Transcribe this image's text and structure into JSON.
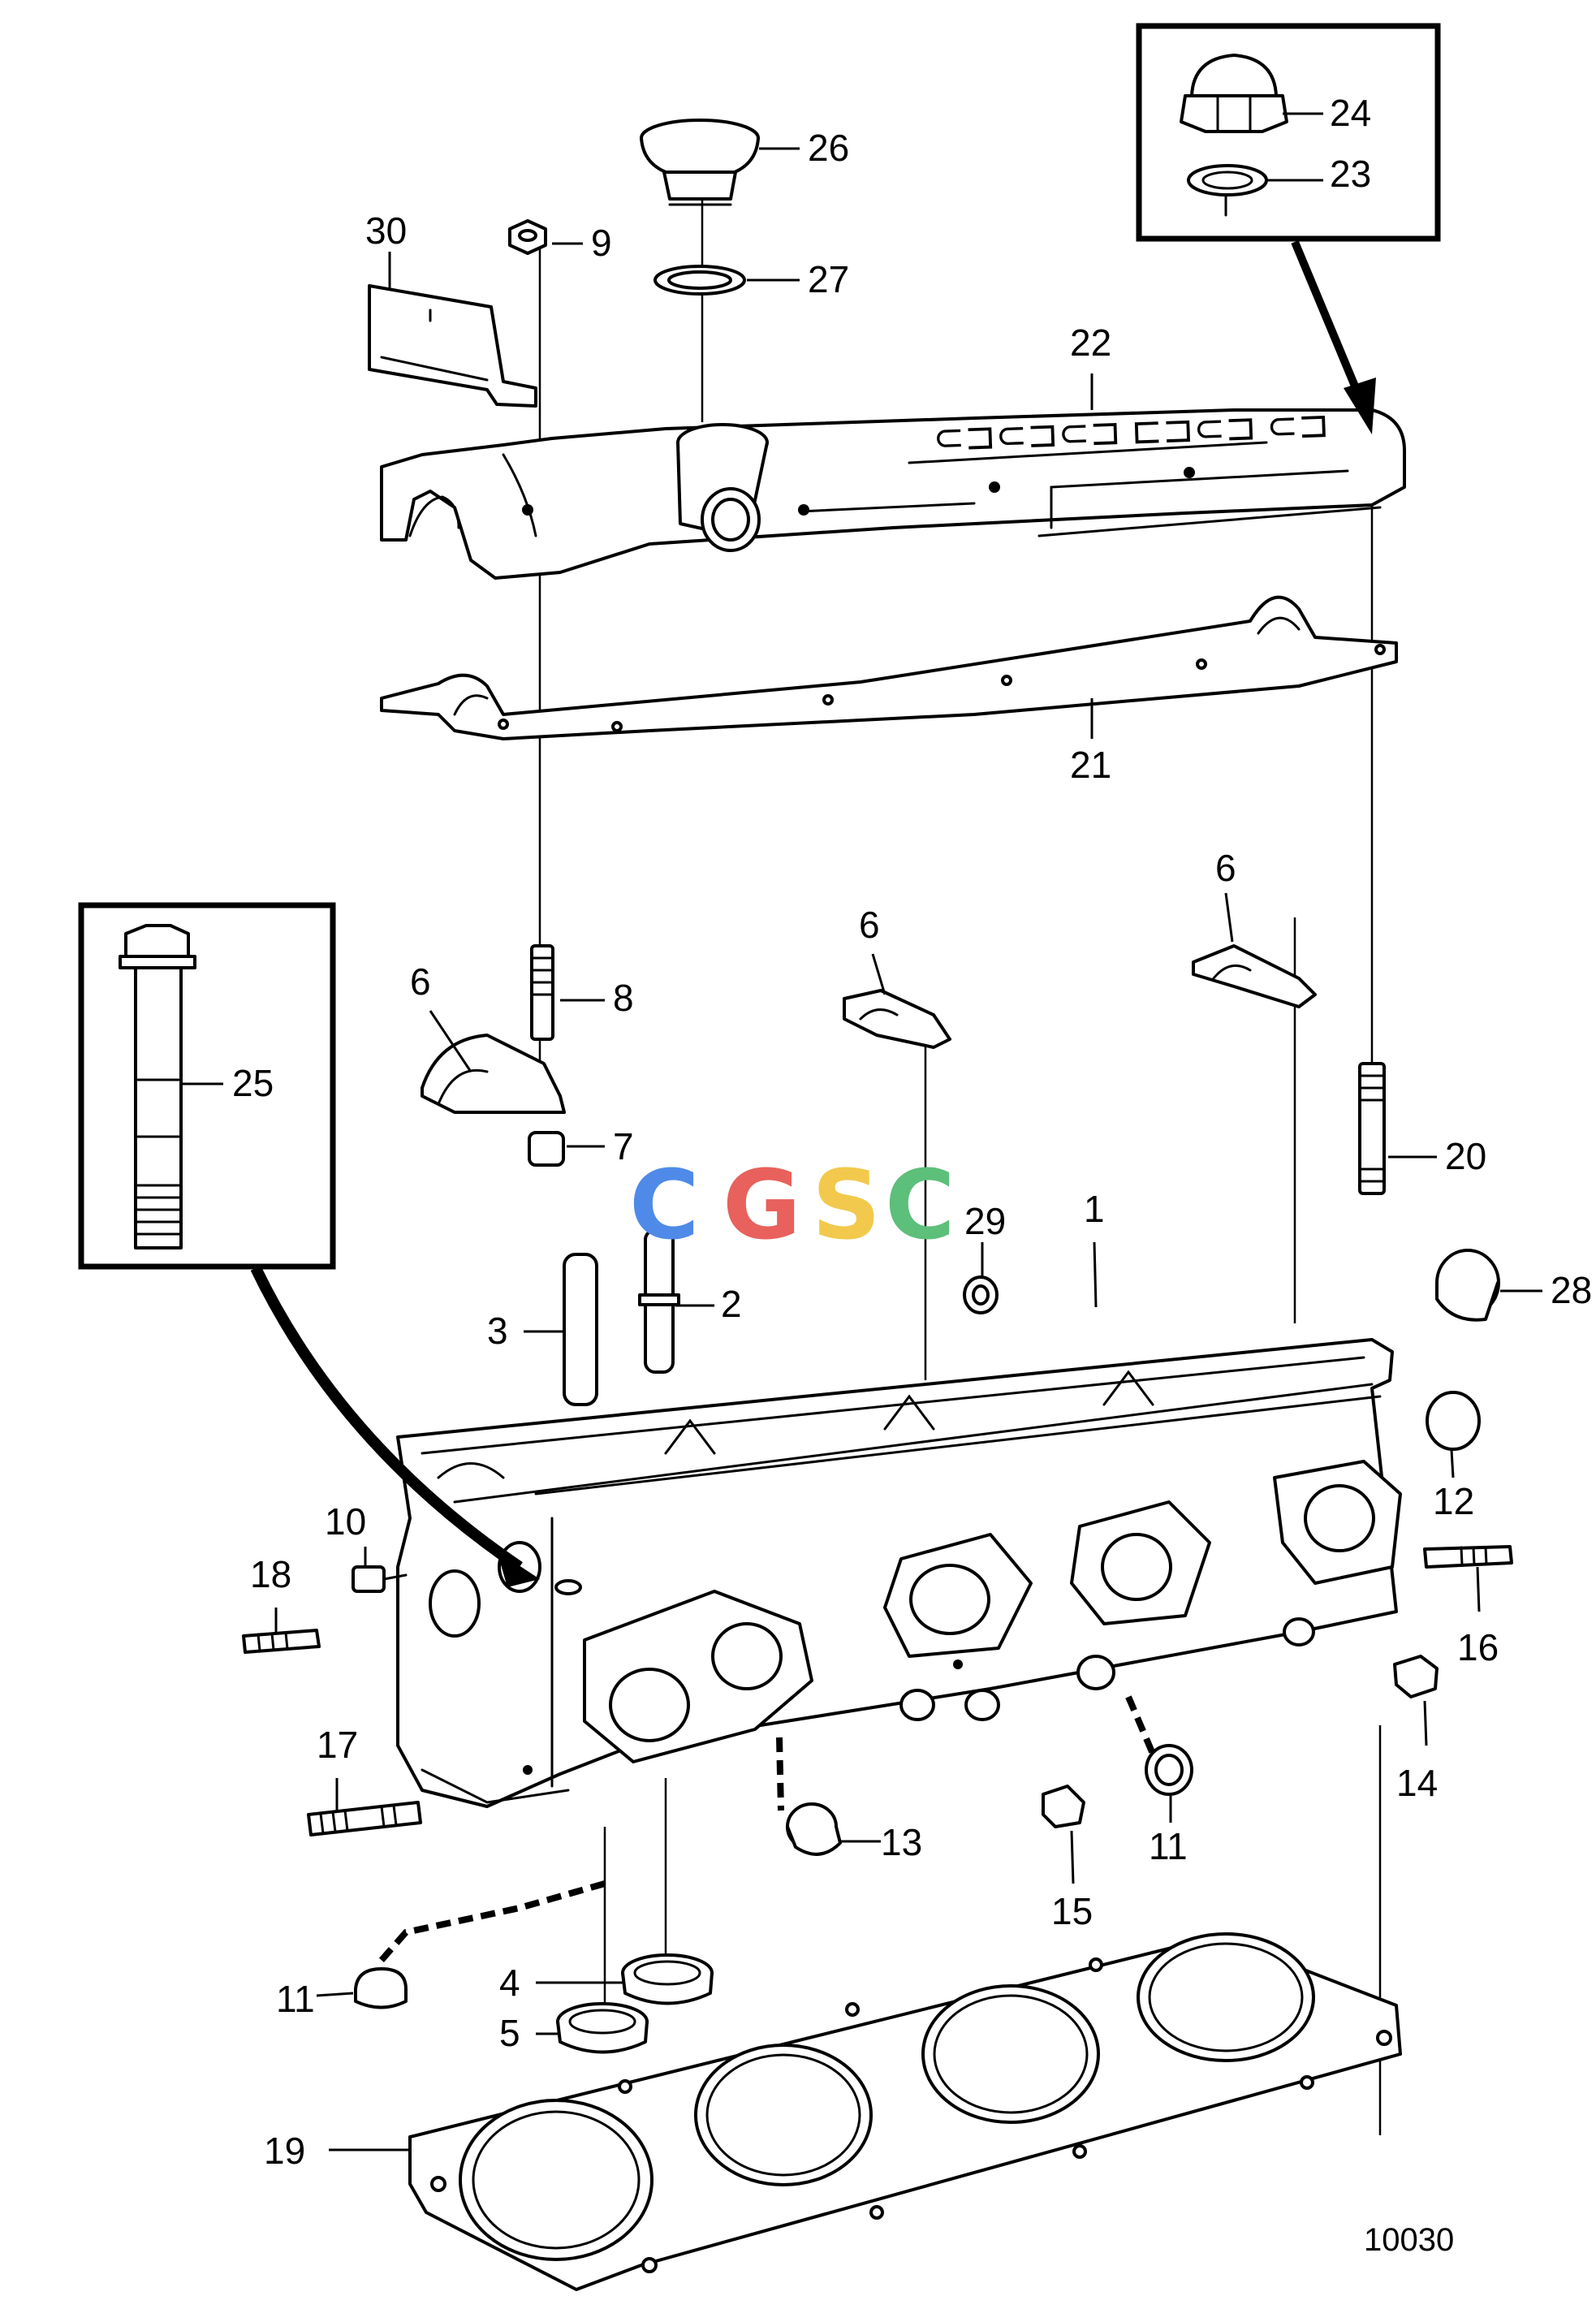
{
  "figure": {
    "code": "10030",
    "watermark": {
      "letters": [
        "C",
        "G",
        "S",
        "C"
      ],
      "colors": [
        "#4f8ae8",
        "#e8615c",
        "#f2c94c",
        "#5cbf7a"
      ]
    }
  },
  "callouts": {
    "n1": "1",
    "n2": "2",
    "n3": "3",
    "n4": "4",
    "n5": "5",
    "n6a": "6",
    "n6b": "6",
    "n6c": "6",
    "n7": "7",
    "n8": "8",
    "n9": "9",
    "n10": "10",
    "n11a": "11",
    "n11b": "11",
    "n12": "12",
    "n13": "13",
    "n14": "14",
    "n15": "15",
    "n16": "16",
    "n17": "17",
    "n18": "18",
    "n19": "19",
    "n20": "20",
    "n21": "21",
    "n22": "22",
    "n23": "23",
    "n24": "24",
    "n25": "25",
    "n26": "26",
    "n27": "27",
    "n28": "28",
    "n29": "29",
    "n30": "30"
  }
}
